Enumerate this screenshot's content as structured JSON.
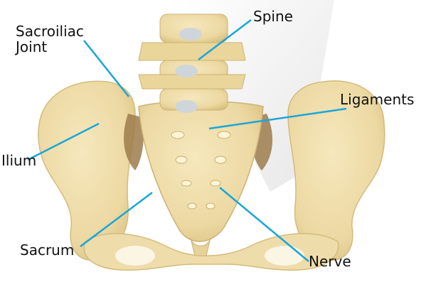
{
  "diagram": {
    "labels": {
      "sacroiliac_line1": "Sacroiliac",
      "sacroiliac_line2": "Joint",
      "spine": "Spine",
      "ligaments": "Ligaments",
      "ilium": "Ilium",
      "sacrum": "Sacrum",
      "nerve": "Nerve"
    },
    "colors": {
      "leader_line": "#19a6d9",
      "bone": "#efdca8",
      "bone_shadow": "#c9b47a",
      "joint": "#9a7a4a",
      "disc": "#cfd6da",
      "background_shade": "#e6e6e6"
    }
  }
}
